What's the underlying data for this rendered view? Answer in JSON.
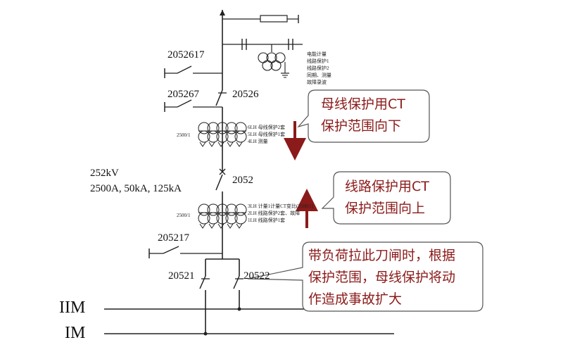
{
  "colors": {
    "line": "#222222",
    "arrow": "#8b1a1a",
    "callout_text": "#8b1a1a",
    "callout_border": "#555555"
  },
  "labels": {
    "sw_2052617": "2052617",
    "sw_205267": "205267",
    "sw_20526": "20526",
    "ratio_upper": "2500/1",
    "voltage": "252kV",
    "rating": "2500A, 50kA, 125kA",
    "breaker_2052": "2052",
    "ratio_lower": "2500/1",
    "sw_205217": "205217",
    "sw_20521": "20521",
    "sw_20522": "20522",
    "bus_2": "IIM",
    "bus_1": "IM"
  },
  "ct_upper_notes": [
    "6LH 母线保护2套",
    "5LH 母线保护1套",
    "4LH 测量"
  ],
  "ct_lower_notes": [
    "3LH 计量1计量CT变比(2500/1)",
    "2LH 线路保护2套、故障",
    "1LH 线路保护1套"
  ],
  "pt_notes": [
    "电能计量",
    "线路保护1",
    "线路保护2",
    "同期、测量",
    "故障录波"
  ],
  "callouts": {
    "bus_ct": [
      "母线保护用CT",
      "保护范围向下"
    ],
    "line_ct": [
      "线路保护用CT",
      "保护范围向上"
    ],
    "disconnect": [
      "带负荷拉此刀闸时，根据",
      "保护范围，母线保护将动",
      "作造成事故扩大"
    ]
  }
}
